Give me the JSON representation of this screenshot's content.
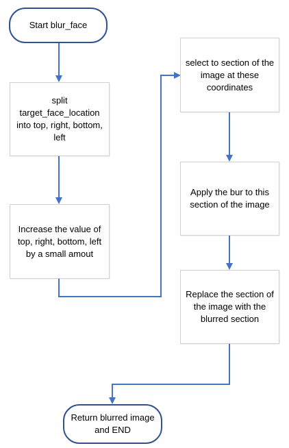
{
  "flowchart": {
    "colors": {
      "connector": "#4472c4",
      "terminal_border": "#2f528f",
      "process_border": "#d0d0d0"
    },
    "nodes": {
      "start": "Start blur_face",
      "split": "split target_face_location into top, right, bottom, left",
      "increase": "Increase the value of top, right, bottom, left by a small amout",
      "select": "select to section of the image at these coordinates",
      "apply": "Apply the bur to this section of the image",
      "replace": "Replace the section of the image with the blurred section",
      "end": "Return blurred image and END"
    }
  }
}
